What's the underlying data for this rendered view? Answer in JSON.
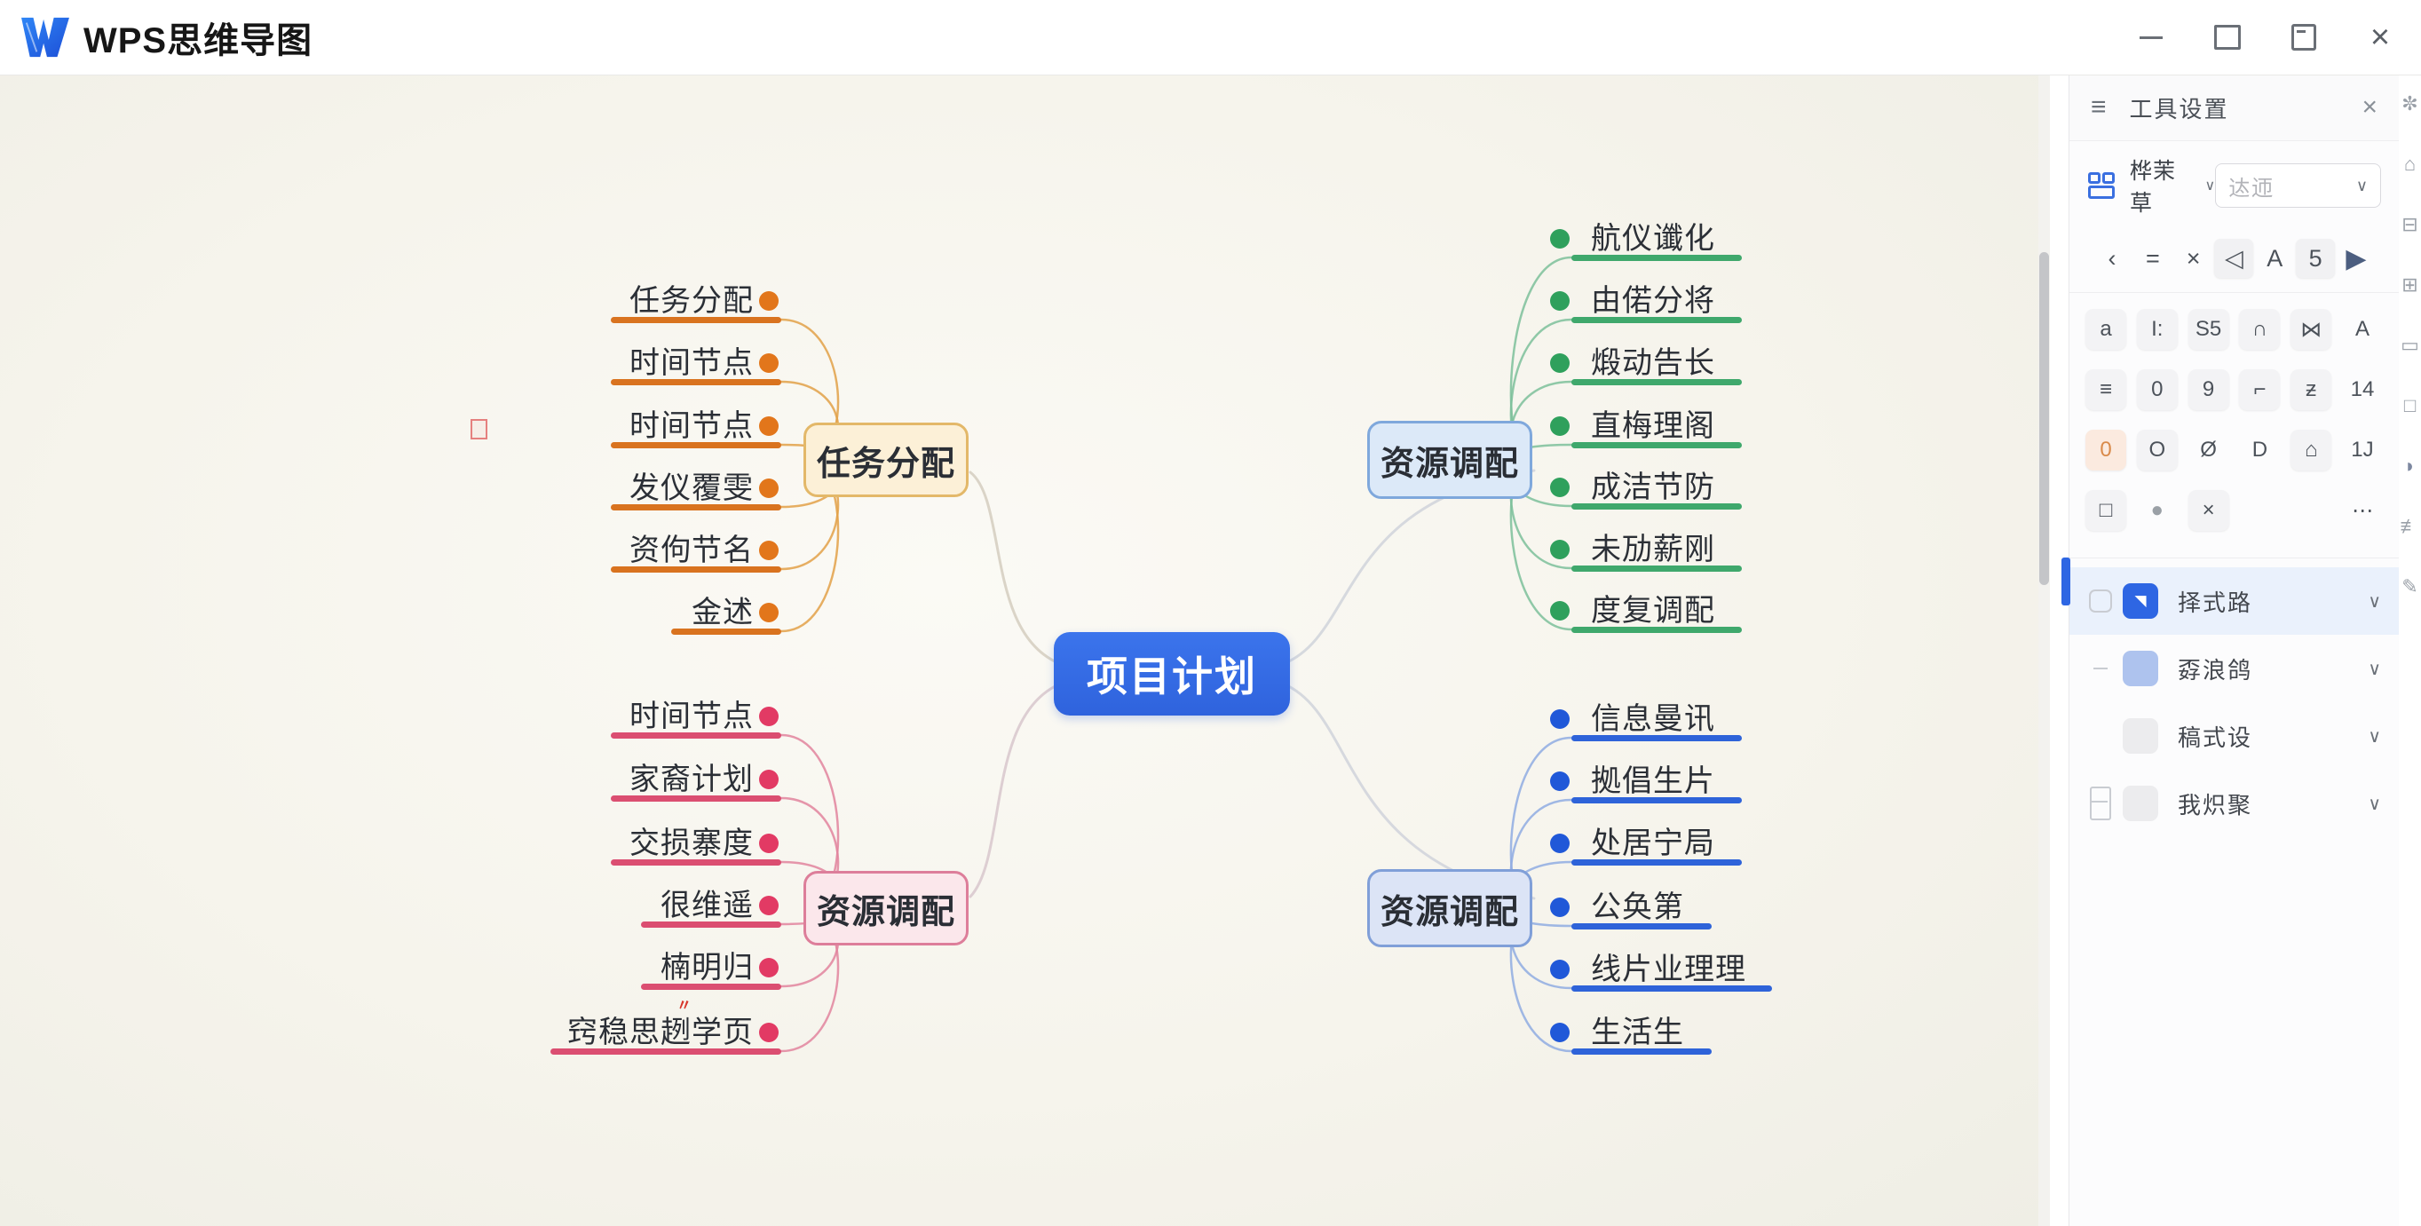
{
  "titlebar": {
    "app_title": "WPS思维导图",
    "window_controls": [
      {
        "name": "minimize"
      },
      {
        "name": "maximize"
      },
      {
        "name": "restore-down"
      },
      {
        "name": "close",
        "glyph": "×"
      }
    ]
  },
  "colors": {
    "center_bg": "#3366E0",
    "accent_orange": "#E2761B",
    "accent_pink": "#E23A64",
    "accent_green": "#2FA05C",
    "accent_blue": "#2058D8",
    "panel_selected_bg": "#EAF1FC",
    "swatch_blue": "#2E66E3"
  },
  "mindmap": {
    "center": {
      "label": "项目计划"
    },
    "branches": [
      {
        "id": "top_left",
        "label": "任务分配",
        "fill": "#FCF0D7",
        "border": "#E3B869",
        "dot_color": "#E2761B",
        "line_color": "#D9731F",
        "curve_color": "#E2A148",
        "children": [
          "任务分配",
          "时间节点",
          "时间节点",
          "发仪覆雯",
          "资佝节名",
          "金述"
        ]
      },
      {
        "id": "top_right",
        "label": "资源调配",
        "fill": "#DCE9F8",
        "border": "#7FA8DC",
        "dot_color": "#2FA05C",
        "line_color": "#3FA86C",
        "curve_color": "#7CC09A",
        "children": [
          "航仪谶化",
          "由偌分将",
          "煅动告长",
          "直梅理阁",
          "成洁节防",
          "未劢薪刚",
          "度复调配"
        ]
      },
      {
        "id": "bottom_left",
        "label": "资源调配",
        "fill": "#FBE7EB",
        "border": "#DD7E9A",
        "dot_color": "#E23A64",
        "line_color": "#DB4E71",
        "curve_color": "#E2849E",
        "children": [
          "时间节点",
          "家裔计划",
          "交损寨度",
          "很维遥",
          "楠明归",
          "窍稳思趔学页"
        ]
      },
      {
        "id": "bottom_right",
        "label": "资源调配",
        "fill": "#DCE4F6",
        "border": "#809FD8",
        "dot_color": "#2058D8",
        "line_color": "#2E63D9",
        "curve_color": "#8FABE2",
        "children": [
          "信息曼讯",
          "拠倡生片",
          "处居宁局",
          "公奂第",
          "线片业理理",
          "生活生"
        ]
      }
    ]
  },
  "panel": {
    "title": "工具设置",
    "hamburger_glyph": "≡",
    "close_glyph": "×",
    "structure_row": {
      "label": "桦茉草",
      "chevron": "∨",
      "dropdown_value": "迏迊"
    },
    "nav_row": [
      {
        "glyph": "‹",
        "boxed": false
      },
      {
        "glyph": "=",
        "boxed": false
      },
      {
        "glyph": "×",
        "boxed": false
      },
      {
        "glyph": "◁",
        "boxed": true
      },
      {
        "glyph": "A",
        "boxed": false
      },
      {
        "glyph": "5",
        "boxed": true
      },
      {
        "glyph": "▶",
        "boxed": false,
        "dark": true
      }
    ],
    "tool_grid": [
      [
        {
          "glyph": "a",
          "boxed": true
        },
        {
          "glyph": "I:",
          "boxed": true
        },
        {
          "glyph": "S5",
          "boxed": true
        },
        {
          "glyph": "∩",
          "boxed": true
        },
        {
          "glyph": "⋈",
          "boxed": true
        },
        {
          "glyph": "A",
          "boxed": false
        }
      ],
      [
        {
          "glyph": "≡",
          "boxed": true
        },
        {
          "glyph": "0",
          "boxed": true
        },
        {
          "glyph": "9",
          "boxed": true
        },
        {
          "glyph": "⌐",
          "boxed": true
        },
        {
          "glyph": "ƶ",
          "boxed": true
        },
        {
          "glyph": "14",
          "boxed": false
        }
      ],
      [
        {
          "glyph": "0",
          "boxed": true,
          "tint": "#FBEADF",
          "color": "#D98A4A"
        },
        {
          "glyph": "O",
          "boxed": true
        },
        {
          "glyph": "Ø",
          "boxed": false
        },
        {
          "glyph": "D",
          "boxed": false
        },
        {
          "glyph": "⌂",
          "boxed": true
        },
        {
          "glyph": "1J",
          "boxed": false
        }
      ],
      [
        {
          "glyph": "□",
          "boxed": true
        },
        {
          "glyph": "●",
          "boxed": false,
          "color": "#9aa0a6"
        },
        {
          "glyph": "×",
          "boxed": true
        },
        {
          "glyph": "",
          "boxed": false
        },
        {
          "glyph": "",
          "boxed": false
        },
        {
          "glyph": "⋯",
          "boxed": false
        }
      ]
    ],
    "style_rows": [
      {
        "label": "择式路",
        "selected": true,
        "lead": "circle",
        "swatch": "#2E66E3",
        "swatch_glyph": "◥"
      },
      {
        "label": "孬浪鸽",
        "selected": false,
        "lead": "dash",
        "swatch": "#AEC3EE",
        "swatch_glyph": ""
      },
      {
        "label": "稿式设",
        "selected": false,
        "lead": "none",
        "swatch": "#ECECEE",
        "swatch_glyph": ""
      },
      {
        "label": "我炽聚",
        "selected": false,
        "lead": "double",
        "swatch": "#ECECEE",
        "swatch_glyph": ""
      }
    ],
    "row_chevron": "∨"
  },
  "right_strip": [
    {
      "name": "share-icon",
      "glyph": "✼"
    },
    {
      "name": "home-icon",
      "glyph": "⌂"
    },
    {
      "name": "archive-icon",
      "glyph": "⊟"
    },
    {
      "name": "copy-icon",
      "glyph": "⊞"
    },
    {
      "name": "card-icon",
      "glyph": "▭"
    },
    {
      "name": "frame-icon",
      "glyph": "□"
    },
    {
      "name": "shape-icon",
      "glyph": "◗",
      "dark": true
    },
    {
      "name": "grid-icon",
      "glyph": "≢"
    },
    {
      "name": "edit-note-icon",
      "glyph": "✎"
    }
  ]
}
